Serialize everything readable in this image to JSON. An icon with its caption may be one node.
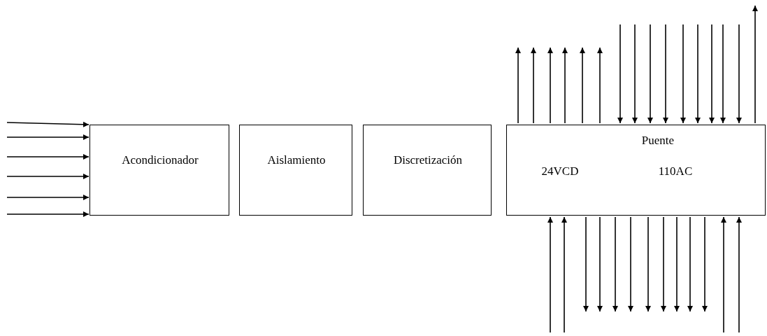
{
  "diagram": {
    "nodes": [
      {
        "text": [
          "Acondicionador"
        ]
      },
      {
        "text": [
          "Aislamiento"
        ]
      },
      {
        "text": [
          "Discretización"
        ]
      },
      {
        "text": [
          "Puente",
          "24VCD",
          "110AC"
        ]
      }
    ],
    "edges": [
      {
        "from": null,
        "to": 0,
        "arrow": "to"
      },
      {
        "from": null,
        "to": 0,
        "arrow": "to"
      },
      {
        "from": null,
        "to": 0,
        "arrow": "to"
      },
      {
        "from": null,
        "to": 0,
        "arrow": "to"
      },
      {
        "from": null,
        "to": 0,
        "arrow": "to"
      },
      {
        "from": null,
        "to": 0,
        "arrow": "to"
      },
      {
        "from": 3,
        "to": null,
        "arrow": "to"
      },
      {
        "from": 3,
        "to": null,
        "arrow": "to"
      },
      {
        "from": 3,
        "to": null,
        "arrow": "to"
      },
      {
        "from": 3,
        "to": null,
        "arrow": "to"
      },
      {
        "from": 3,
        "to": null,
        "arrow": "to"
      },
      {
        "from": 3,
        "to": null,
        "arrow": "to"
      },
      {
        "from": null,
        "to": 3,
        "arrow": "to"
      },
      {
        "from": null,
        "to": 3,
        "arrow": "to"
      },
      {
        "from": null,
        "to": 3,
        "arrow": "to"
      },
      {
        "from": null,
        "to": 3,
        "arrow": "to"
      },
      {
        "from": null,
        "to": 3,
        "arrow": "to"
      },
      {
        "from": null,
        "to": 3,
        "arrow": "to"
      },
      {
        "from": null,
        "to": 3,
        "arrow": "to"
      },
      {
        "from": null,
        "to": 3,
        "arrow": "to"
      },
      {
        "from": null,
        "to": 3,
        "arrow": "to"
      },
      {
        "from": 3,
        "to": null,
        "arrow": "to"
      },
      {
        "from": null,
        "to": 3,
        "arrow": "to"
      },
      {
        "from": null,
        "to": 3,
        "arrow": "to"
      },
      {
        "from": 3,
        "to": null,
        "arrow": "to"
      },
      {
        "from": 3,
        "to": null,
        "arrow": "to"
      },
      {
        "from": 3,
        "to": null,
        "arrow": "to"
      },
      {
        "from": 3,
        "to": null,
        "arrow": "to"
      },
      {
        "from": 3,
        "to": null,
        "arrow": "to"
      },
      {
        "from": 3,
        "to": null,
        "arrow": "to"
      },
      {
        "from": 3,
        "to": null,
        "arrow": "to"
      },
      {
        "from": 3,
        "to": null,
        "arrow": "to"
      },
      {
        "from": 3,
        "to": null,
        "arrow": "to"
      },
      {
        "from": null,
        "to": 3,
        "arrow": "to"
      },
      {
        "from": null,
        "to": 3,
        "arrow": "to"
      }
    ]
  }
}
